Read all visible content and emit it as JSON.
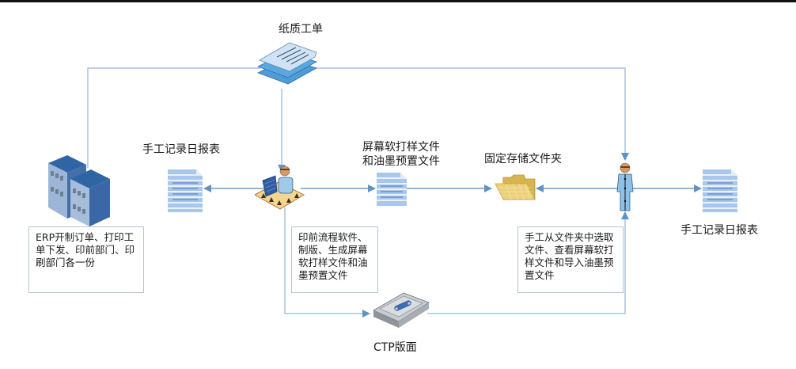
{
  "diagram": {
    "type": "workflow",
    "colors": {
      "connector": "#6c9cc8",
      "connector_light": "#a9c3dd",
      "note_border": "#b8c4d2",
      "document_blue": "#9dc0e6",
      "folder_yellow": "#e6c765"
    },
    "nodes": {
      "paper_order": {
        "label": "纸质工单",
        "icon": "paper-stack-icon"
      },
      "erp_server": {
        "icon": "server-rack-icon"
      },
      "erp_note": {
        "text": "ERP开制订单、打印工单下发、印前部门、印刷部门各一份"
      },
      "daily_report_left": {
        "label": "手工记录日报表",
        "icon": "report-document-icon"
      },
      "prepress_operator": {
        "icon": "operator-workstation-icon"
      },
      "prepress_note": {
        "text": "印前流程软件、制版、生成屏幕软打样文件和油墨预置文件"
      },
      "soft_proof_file": {
        "label_line1": "屏幕软打样文件",
        "label_line2": "和油墨预置文件",
        "icon": "document-icon"
      },
      "fixed_folder": {
        "label": "固定存储文件夹",
        "icon": "folder-icon"
      },
      "press_operator": {
        "icon": "person-icon"
      },
      "press_note": {
        "text": "手工从文件夹中选取文件、查看屏幕软打样文件和导入油墨预置文件"
      },
      "daily_report_right": {
        "label": "手工记录日报表",
        "icon": "report-document-icon"
      },
      "ctp_plate": {
        "label": "CTP版面",
        "icon": "ctp-plate-icon"
      }
    },
    "edges": [
      {
        "from": "erp_server",
        "to": "paper_order"
      },
      {
        "from": "paper_order",
        "to": "prepress_operator"
      },
      {
        "from": "paper_order",
        "to": "press_operator"
      },
      {
        "from": "prepress_operator",
        "to": "daily_report_left"
      },
      {
        "from": "prepress_operator",
        "to": "soft_proof_file"
      },
      {
        "from": "soft_proof_file",
        "to": "fixed_folder"
      },
      {
        "from": "press_operator",
        "to": "fixed_folder"
      },
      {
        "from": "press_operator",
        "to": "daily_report_right"
      },
      {
        "from": "prepress_operator",
        "to": "ctp_plate"
      },
      {
        "from": "ctp_plate",
        "to": "press_operator"
      }
    ]
  }
}
